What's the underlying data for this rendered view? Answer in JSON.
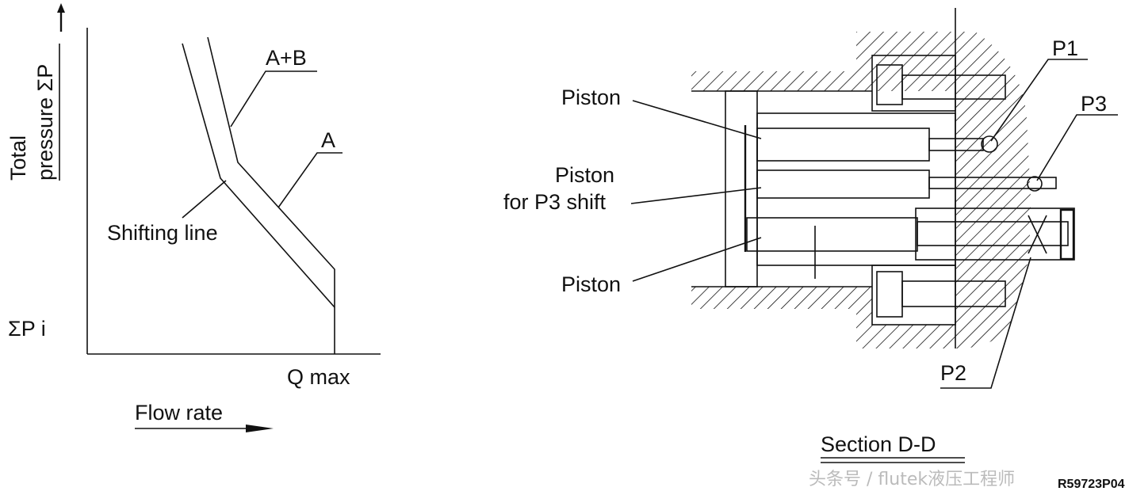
{
  "graph": {
    "y_label_line1": "Total",
    "y_label_line2": "pressure ΣP",
    "x_label": "Flow rate",
    "y_min_label": "ΣP i",
    "x_max_label": "Q max",
    "curve_ab_label": "A+B",
    "curve_a_label": "A",
    "shifting_line_label": "Shifting line"
  },
  "section": {
    "title": "Section  D-D",
    "piston_top_label": "Piston",
    "piston_p3_line1": "Piston",
    "piston_p3_line2": "for P3 shift",
    "piston_bottom_label": "Piston",
    "p1_label": "P1",
    "p2_label": "P2",
    "p3_label": "P3",
    "drawing_code": "R59723P04"
  },
  "watermark": "头条号 / flutek液压工程师"
}
